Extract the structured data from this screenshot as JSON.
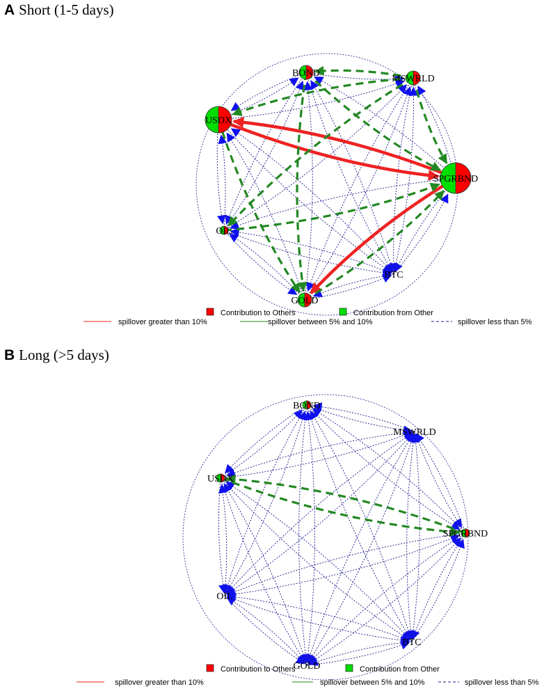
{
  "panels": [
    {
      "id": "a",
      "letter": "A",
      "title": "Short (1-5 days)",
      "nodes": [
        {
          "name": "BOND",
          "label": "BOND",
          "size": "small",
          "contribution_to_others": 0.5
        },
        {
          "name": "MSWRLD",
          "label": "MSWRLD",
          "size": "small",
          "contribution_to_others": 0.5
        },
        {
          "name": "USDX",
          "label": "USDX",
          "size": "medium",
          "contribution_to_others": 0.5
        },
        {
          "name": "SPGRBND",
          "label": "SPGRBND",
          "size": "large",
          "contribution_to_others": 0.5
        },
        {
          "name": "OIL",
          "label": "OIL",
          "size": "tiny",
          "contribution_to_others": 0.5
        },
        {
          "name": "BTC",
          "label": "BTC",
          "size": "none",
          "contribution_to_others": 0
        },
        {
          "name": "GOLD",
          "label": "GOLD",
          "size": "small",
          "contribution_to_others": 0.5
        }
      ],
      "strong_edges": [
        {
          "from": "USDX",
          "to": "SPGRBND",
          "level": "high"
        },
        {
          "from": "SPGRBND",
          "to": "USDX",
          "level": "high"
        },
        {
          "from": "SPGRBND",
          "to": "GOLD",
          "level": "high"
        },
        {
          "from": "BOND",
          "to": "SPGRBND",
          "level": "medium"
        },
        {
          "from": "BOND",
          "to": "GOLD",
          "level": "medium"
        },
        {
          "from": "MSWRLD",
          "to": "SPGRBND",
          "level": "medium"
        },
        {
          "from": "MSWRLD",
          "to": "BOND",
          "level": "medium"
        },
        {
          "from": "MSWRLD",
          "to": "OIL",
          "level": "medium"
        },
        {
          "from": "MSWRLD",
          "to": "USDX",
          "level": "medium"
        },
        {
          "from": "USDX",
          "to": "GOLD",
          "level": "medium"
        },
        {
          "from": "OIL",
          "to": "SPGRBND",
          "level": "medium"
        },
        {
          "from": "GOLD",
          "to": "SPGRBND",
          "level": "medium"
        }
      ]
    },
    {
      "id": "b",
      "letter": "B",
      "title": "Long (>5 days)",
      "nodes": [
        {
          "name": "BOND",
          "label": "BOND",
          "size": "tiny",
          "contribution_to_others": 0.5
        },
        {
          "name": "MSWRLD",
          "label": "MSWRLD",
          "size": "none",
          "contribution_to_others": 0
        },
        {
          "name": "USDX",
          "label": "USDX",
          "size": "tiny",
          "contribution_to_others": 0.5
        },
        {
          "name": "SPGRBND",
          "label": "SPGRBND",
          "size": "tiny",
          "contribution_to_others": 0.5
        },
        {
          "name": "OIL",
          "label": "OIL",
          "size": "none",
          "contribution_to_others": 0
        },
        {
          "name": "BTC",
          "label": "BTC",
          "size": "none",
          "contribution_to_others": 0
        },
        {
          "name": "GOLD",
          "label": "GOLD",
          "size": "none",
          "contribution_to_others": 0
        }
      ],
      "strong_edges": [
        {
          "from": "USDX",
          "to": "SPGRBND",
          "level": "medium"
        },
        {
          "from": "SPGRBND",
          "to": "USDX",
          "level": "medium"
        }
      ]
    }
  ],
  "legend": {
    "contribution_to_others": "Contribution to Others",
    "contribution_from_other": "Contribution from Other",
    "spillover_high": "spillover greater than 10%",
    "spillover_medium": "spillover between 5% and 10%",
    "spillover_low": "spillover less than 5%"
  },
  "colors": {
    "contribution_to_others": "#ff0000",
    "contribution_from_other": "#00dd00",
    "spillover_high": "#ee2222",
    "spillover_medium": "#228822",
    "spillover_low": "#1a1a8c",
    "arrowhead": "#1010ee"
  }
}
